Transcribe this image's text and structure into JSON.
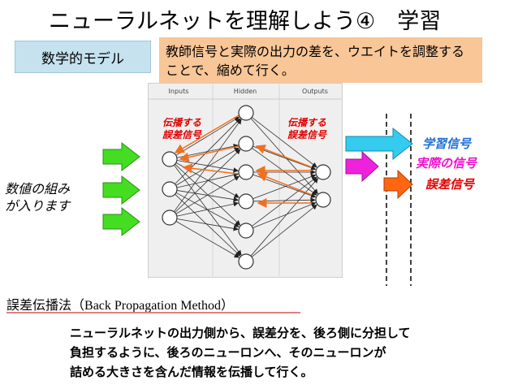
{
  "title": "ニューラルネットを理解しよう④　学習",
  "model_label": "数学的モデル",
  "note_lines": [
    "教師信号と実際の出力の差を、ウエイトを調整する",
    "ことで、縮めて行く。"
  ],
  "columns": [
    "Inputs",
    "Hidden",
    "Outputs"
  ],
  "input_note_lines": [
    "数値の組み",
    "が入ります"
  ],
  "propagate_labels": [
    {
      "lines": [
        "伝播する",
        "誤差信号"
      ]
    },
    {
      "lines": [
        "伝播する",
        "誤差信号"
      ]
    }
  ],
  "signals": [
    {
      "label": "学習信号",
      "color": "#1e70d8",
      "arrow_color": "#33ccee"
    },
    {
      "label": "実際の信号",
      "color": "#ee11cc",
      "arrow_color": "#ee22dd"
    },
    {
      "label": "誤差信号",
      "color": "#e00000",
      "arrow_color": "#ff6611"
    }
  ],
  "method_title_jp": "誤差伝播法",
  "method_title_en": "（Back Propagation Method）",
  "method_body": [
    "ニューラルネットの出力側から、誤差分を、後ろ側に分担して",
    "負担するように、後ろのニューロンへ、そのニューロンが",
    "詰める大きさを含んだ情報を伝播して行く。"
  ],
  "colors": {
    "input_arrow": "#44dd22",
    "input_arrow_stroke": "#2a8f14",
    "box_blue": "#c6e2ef",
    "box_orange": "#f8c697",
    "weight_arrow": "#f07020"
  }
}
